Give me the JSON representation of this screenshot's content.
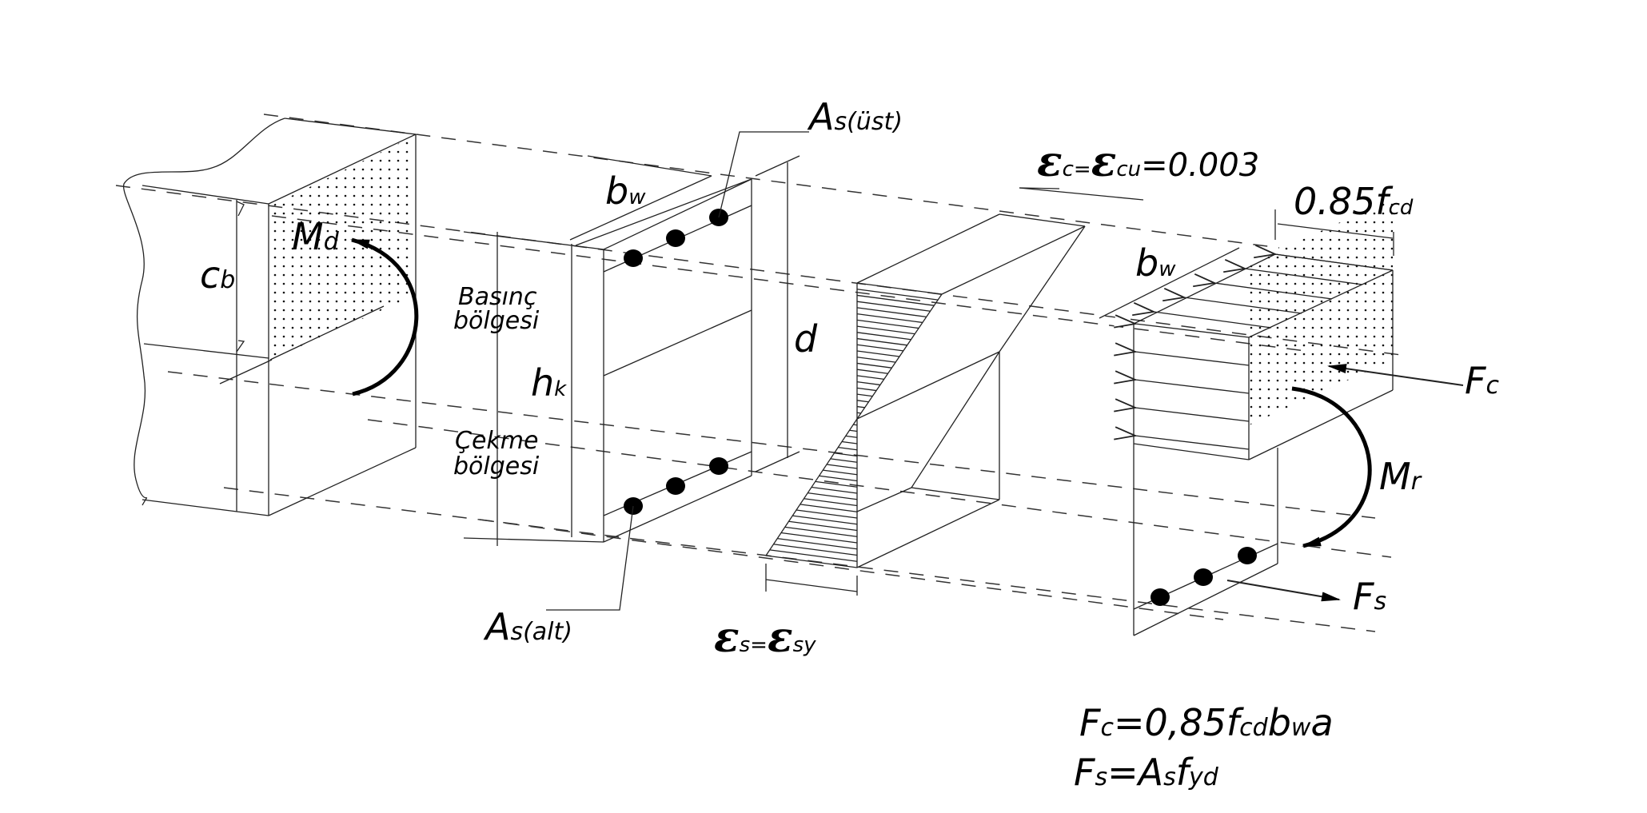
{
  "diagram": {
    "title": "Reinforced concrete beam section — strain and stress distribution",
    "labels": {
      "As_top": {
        "main": "A",
        "sub": "s(üst)"
      },
      "As_bottom": {
        "main": "A",
        "sub": "s(alt)"
      },
      "bw_section": {
        "main": "b",
        "sub": "w"
      },
      "bw_stress": {
        "main": "b",
        "sub": "w"
      },
      "d": {
        "main": "d"
      },
      "hk": {
        "main": "h",
        "sub": "k"
      },
      "cb": {
        "main": "c",
        "sub": "b"
      },
      "Md": {
        "main": "M",
        "sub": "d"
      },
      "Mr": {
        "main": "M",
        "sub": "r"
      },
      "Fc": {
        "main": "F",
        "sub": "c"
      },
      "Fs": {
        "main": "F",
        "sub": "s"
      },
      "compression_zone": [
        "Basınç",
        "bölgesi"
      ],
      "tension_zone": [
        "Çekme",
        "bölgesi"
      ],
      "strain_top": {
        "eps": "ε",
        "sub1": "c",
        "eq": "=",
        "eps2": "ε",
        "sub2": "cu",
        "value": "=0.003"
      },
      "strain_bottom": {
        "eps": "ε",
        "sub1": "s",
        "eq": "=",
        "eps2": "ε",
        "sub2": "sy"
      },
      "stress_block": {
        "main": "0.85f",
        "sub": "cd"
      }
    },
    "equations": [
      {
        "lhs_main": "F",
        "lhs_sub": "c",
        "rhs": [
          [
            "=0,85f",
            ""
          ],
          [
            "",
            "cd"
          ],
          [
            "b",
            ""
          ],
          [
            "",
            "w"
          ],
          [
            "a",
            ""
          ]
        ]
      },
      {
        "lhs_main": "F",
        "lhs_sub": "s",
        "rhs": [
          [
            "=A",
            ""
          ],
          [
            "",
            "s"
          ],
          [
            "f",
            ""
          ],
          [
            "",
            "yd"
          ]
        ]
      }
    ],
    "colors": {
      "line": "#222222",
      "fill": "#000000",
      "background": "#ffffff"
    }
  }
}
